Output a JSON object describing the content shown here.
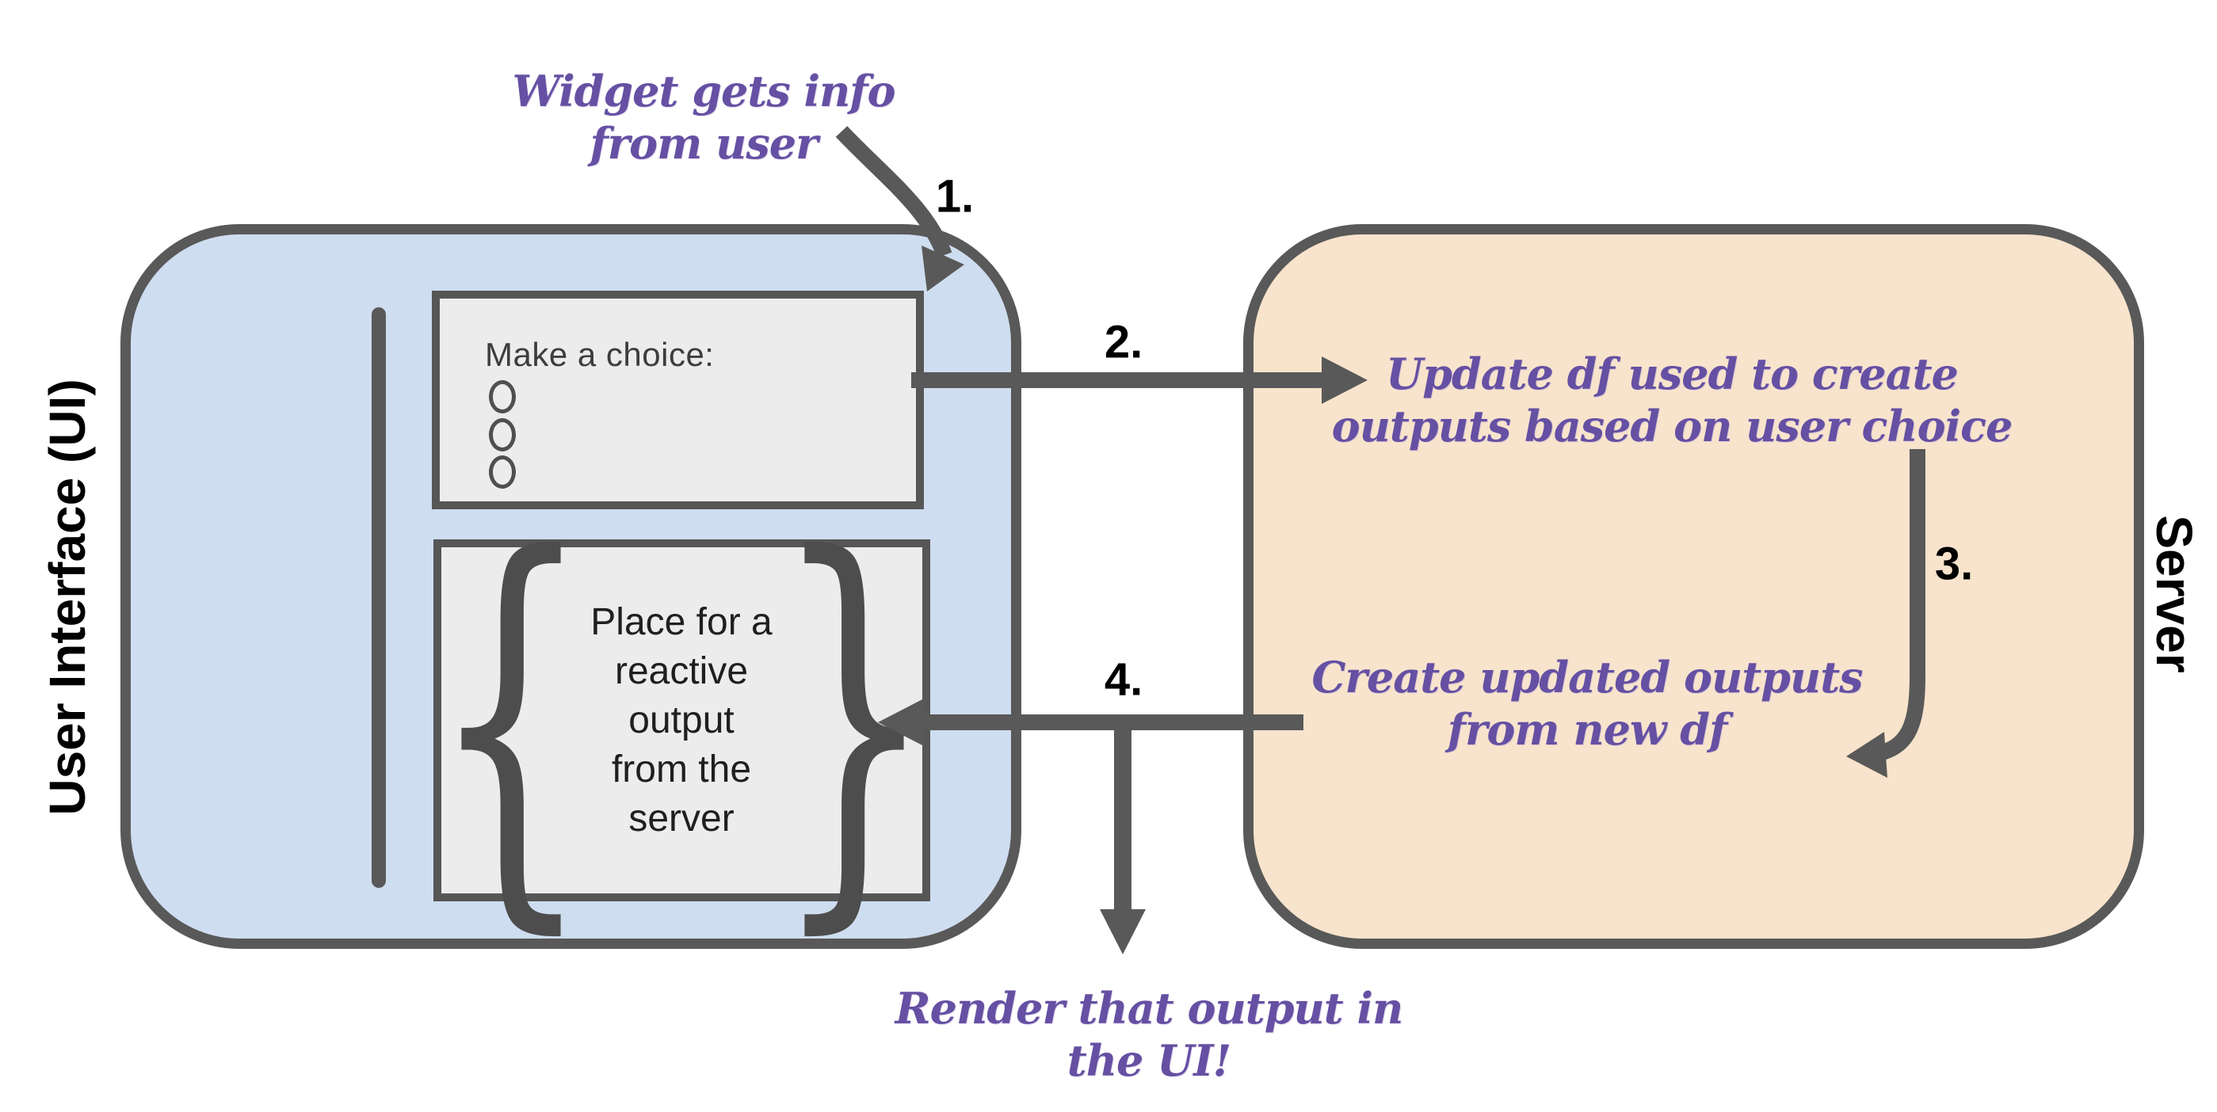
{
  "diagram": {
    "ui_panel": {
      "label": "User Interface (UI)",
      "widget_box": {
        "title": "Make a choice:",
        "radio_options": 3
      },
      "output_box": {
        "line1": "Place for a",
        "line2": "reactive",
        "line3": "output",
        "line4": "from the",
        "line5": "server"
      }
    },
    "server_panel": {
      "label": "Server"
    },
    "steps": {
      "step1": {
        "number": "1.",
        "caption_line1": "Widget gets info",
        "caption_line2": "from user"
      },
      "step2": {
        "number": "2.",
        "caption_line1": "Update df used to create",
        "caption_line2": "outputs based on user choice"
      },
      "step3": {
        "number": "3.",
        "caption_line1": "Create updated outputs",
        "caption_line2": "from new df"
      },
      "step4": {
        "number": "4.",
        "caption_line1": "Render that output in",
        "caption_line2": "the UI!"
      }
    },
    "braces": {
      "left": "{",
      "right": "}"
    },
    "colors": {
      "ui_fill": "#cfddf0",
      "server_fill": "#f8e4cc",
      "panel_fill": "#ececec",
      "stroke_gray": "#595959",
      "annotation_purple": "#6550a3"
    }
  }
}
